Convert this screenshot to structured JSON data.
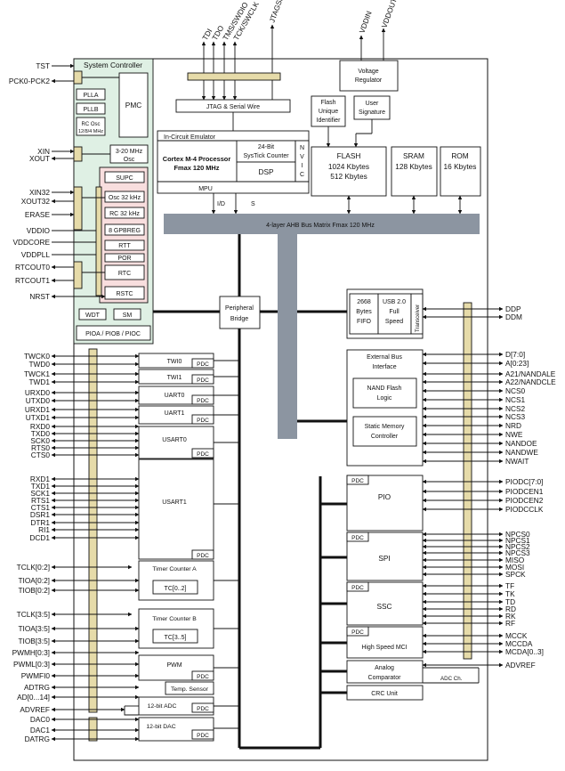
{
  "colors": {
    "system_controller_bg": "#dff0e4",
    "power_block_bg": "#f8dede",
    "bus_matrix": "#8c95a1",
    "pin_mux_bar": "#e6dba9"
  },
  "top_signals": [
    "TDI",
    "TDO",
    "TMS/SWDIO",
    "TCK/SWCLK",
    "JTAGSEL",
    "VDDIN",
    "VDDOUT"
  ],
  "system_controller": {
    "title": "System Controller",
    "pmc": "PMC",
    "plla": "PLLA",
    "pllb": "PLLB",
    "rc_osc": [
      "RC Osc",
      "12/8/4 MHz"
    ],
    "osc_3_20": [
      "3-20 MHz",
      "Osc"
    ],
    "supc": "SUPC",
    "osc32": "Osc 32 kHz",
    "rc32": "RC 32 kHz",
    "gpbreg": "8 GPBREG",
    "rtt": "RTT",
    "por": "POR",
    "rtc": "RTC",
    "rstc": "RSTC",
    "wdt": "WDT",
    "sm": "SM",
    "pio": "PIOA / PIOB / PIOC"
  },
  "left_top_signals": [
    "TST",
    "PCK0-PCK2",
    "XIN",
    "XOUT",
    "XIN32",
    "XOUT32",
    "ERASE",
    "VDDIO",
    "VDDCORE",
    "VDDPLL",
    "RTCOUT0",
    "RTCOUT1",
    "NRST"
  ],
  "core": {
    "jtag": "JTAG & Serial Wire",
    "ice": "In-Circuit Emulator",
    "cpu": [
      "Cortex M-4 Processor",
      "Fmax 120 MHz"
    ],
    "systick": [
      "24-Bit",
      "SysTick Counter"
    ],
    "dsp": "DSP",
    "nvic": [
      "N",
      "V",
      "I",
      "C"
    ],
    "mpu": "MPU",
    "id": "I/D",
    "s": "S"
  },
  "memory": {
    "voltage_regulator": [
      "Voltage",
      "Regulator"
    ],
    "flash_uid": [
      "Flash",
      "Unique",
      "Identifier"
    ],
    "user_signature": [
      "User",
      "Signature"
    ],
    "flash": [
      "FLASH",
      "1024 Kbytes",
      "512  Kbytes"
    ],
    "sram": [
      "SRAM",
      "128 Kbytes"
    ],
    "rom": [
      "ROM",
      "16 Kbytes"
    ]
  },
  "bus_matrix": "4-layer AHB Bus Matrix  Fmax 120 MHz",
  "peripheral_bridge": [
    "Peripheral",
    "Bridge"
  ],
  "usb": {
    "fifo": [
      "2668",
      "Bytes",
      "FIFO"
    ],
    "device": [
      "USB 2.0",
      "Full",
      "Speed"
    ],
    "transceiver": "Transceiver",
    "signals": [
      "DDP",
      "DDM"
    ]
  },
  "ebi": {
    "title": [
      "External Bus",
      "Interface"
    ],
    "nand": [
      "NAND Flash",
      "Logic"
    ],
    "smc": [
      "Static Memory",
      "Controller"
    ],
    "signals": [
      "D[7:0]",
      "A[0:23]",
      "A21/NANDALE",
      "A22/NANDCLE",
      "NCS0",
      "NCS1",
      "NCS2",
      "NCS3",
      "NRD",
      "NWE",
      "NANDOE",
      "NANDWE",
      "NWAIT"
    ]
  },
  "pdc": "PDC",
  "left_peripherals": {
    "twi0": "TWI0",
    "twi1": "TWI1",
    "uart0": "UART0",
    "uart1": "UART1",
    "usart0": "USART0",
    "usart1": "USART1",
    "tc_a": "Timer Counter A",
    "tc_a_inner": "TC[0..2]",
    "tc_b": "Timer Counter B",
    "tc_b_inner": "TC[3..5]",
    "pwm": "PWM",
    "temp": "Temp. Sensor",
    "adc": "12-bit ADC",
    "dac": "12-bit DAC"
  },
  "left_signals": {
    "twi0": [
      "TWCK0",
      "TWD0"
    ],
    "twi1": [
      "TWCK1",
      "TWD1"
    ],
    "uart0": [
      "URXD0",
      "UTXD0"
    ],
    "uart1": [
      "URXD1",
      "UTXD1"
    ],
    "usart0": [
      "RXD0",
      "TXD0",
      "SCK0",
      "RTS0",
      "CTS0"
    ],
    "usart1": [
      "RXD1",
      "TXD1",
      "SCK1",
      "RTS1",
      "CTS1",
      "DSR1",
      "DTR1",
      "RI1",
      "DCD1"
    ],
    "tc_a": [
      "TCLK[0:2]",
      "TIOA[0:2]",
      "TIOB[0:2]"
    ],
    "tc_b": [
      "TCLK[3:5]",
      "TIOA[3:5]",
      "TIOB[3:5]"
    ],
    "pwm": [
      "PWMH[0:3]",
      "PWML[0:3]",
      "PWMFI0"
    ],
    "adc": [
      "ADTRG",
      "AD[0...14]",
      "ADVREF"
    ],
    "dac": [
      "DAC0",
      "DAC1",
      "DATRG"
    ]
  },
  "right_peripherals": {
    "pio": "PIO",
    "spi": "SPI",
    "ssc": "SSC",
    "hsmci": "High Speed MCI",
    "ac": [
      "Analog",
      "Comparator"
    ],
    "crc": "CRC Unit",
    "adc_ch": "ADC Ch."
  },
  "right_signals": {
    "pio": [
      "PIODC[7:0]",
      "PIODCEN1",
      "PIODCEN2",
      "PIODCCLK"
    ],
    "spi": [
      "NPCS0",
      "NPCS1",
      "NPCS2",
      "NPCS3",
      "MISO",
      "MOSI",
      "SPCK"
    ],
    "ssc": [
      "TF",
      "TK",
      "TD",
      "RD",
      "RK",
      "RF"
    ],
    "hsmci": [
      "MCCK",
      "MCCDA",
      "MCDA[0..3]"
    ],
    "ac": [
      "ADVREF"
    ]
  }
}
